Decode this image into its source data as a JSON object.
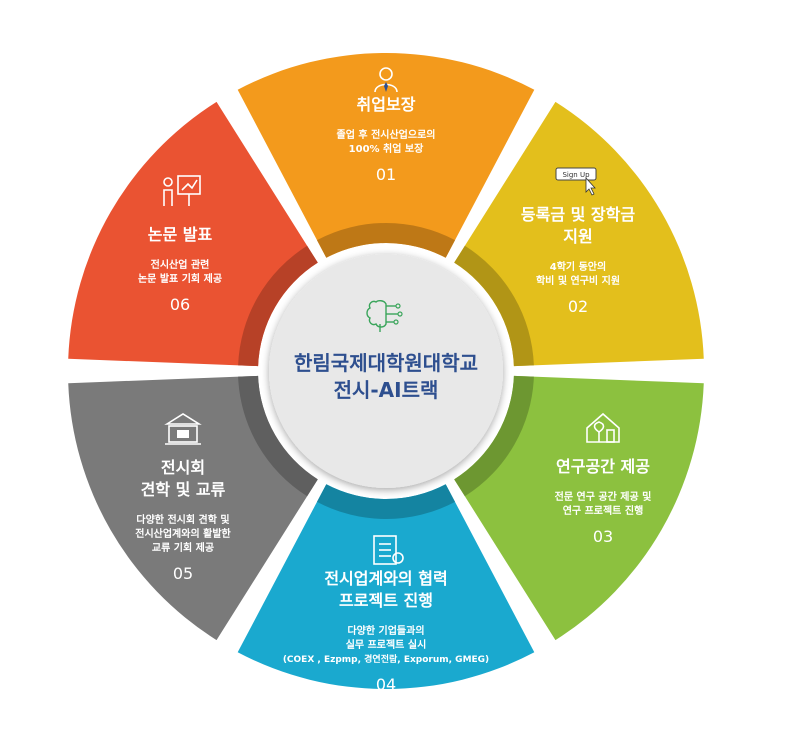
{
  "center": {
    "title_line1": "한림국제대학원대학교",
    "title_line2": "전시-AI트랙",
    "icon": "ai-brain-circuit-icon"
  },
  "segments": [
    {
      "number": "01",
      "title_lines": [
        "취업보장"
      ],
      "desc_lines": [
        "졸업 후 전시산업으로의",
        "100% 취업 보장"
      ],
      "color": "#f39a1c",
      "icon": "person-tie-icon"
    },
    {
      "number": "02",
      "title_lines": [
        "등록금 및 장학금",
        "지원"
      ],
      "desc_lines": [
        "4학기 동안의",
        "학비 및 연구비 지원"
      ],
      "color": "#e3bf1c",
      "icon": "signup-click-icon",
      "icon_text": "Sign Up"
    },
    {
      "number": "03",
      "title_lines": [
        "연구공간 제공"
      ],
      "desc_lines": [
        "전문 연구 공간 제공 및",
        "연구 프로젝트 진행"
      ],
      "color": "#8cc13f",
      "icon": "house-plant-icon"
    },
    {
      "number": "04",
      "title_lines": [
        "전시업계와의 협력",
        "프로젝트 진행"
      ],
      "desc_lines": [
        "다양한 기업들과의",
        "실무 프로젝트 실시",
        "(COEX , Ezpmp, 경연전람, Exporum, GMEG)"
      ],
      "color": "#1aa9cf",
      "icon": "document-project-icon"
    },
    {
      "number": "05",
      "title_lines": [
        "전시회",
        "견학 및 교류"
      ],
      "desc_lines": [
        "다양한 전시회 견학 및",
        "전시산업계와의 활발한",
        "교류 기회 제공"
      ],
      "color": "#7a7a7a",
      "icon": "exhibition-hall-icon"
    },
    {
      "number": "06",
      "title_lines": [
        "논문 발표"
      ],
      "desc_lines": [
        "전시산업 관련",
        "논문 발표 기회 제공"
      ],
      "color": "#ea5332",
      "icon": "presentation-board-icon"
    }
  ]
}
